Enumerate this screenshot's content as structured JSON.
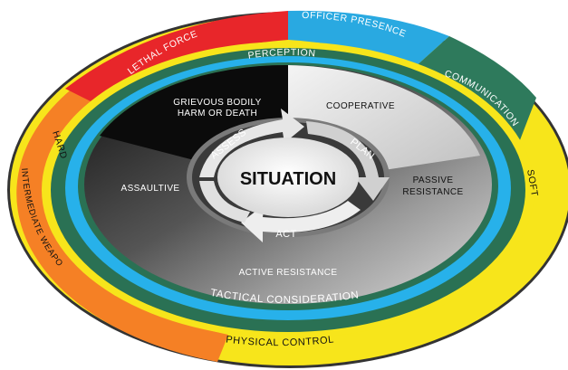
{
  "outer_ring": {
    "lethal_force": "LETHAL FORCE",
    "officer_presence": "OFFICER PRESENCE",
    "communication": "COMMUNICATION",
    "soft": "SOFT",
    "hard": "HARD",
    "intermediate_weapons": "INTERMEDIATE WEAPONS",
    "physical_control": "PHYSICAL CONTROL"
  },
  "perception_ring": {
    "perception": "PERCEPTION",
    "tactical_consideration": "TACTICAL CONSIDERATION"
  },
  "behaviors": {
    "grievous_line1": "GRIEVOUS BODILY",
    "grievous_line2": "HARM OR DEATH",
    "cooperative": "COOPERATIVE",
    "passive_line1": "PASSIVE",
    "passive_line2": "RESISTANCE",
    "assaultive": "ASSAULTIVE",
    "active_resistance": "ACTIVE RESISTANCE"
  },
  "cycle": {
    "center": "SITUATION",
    "assess": "ASSESS",
    "plan": "PLAN",
    "act": "ACT"
  },
  "colors": {
    "lethal_force": "#e8262a",
    "officer_presence": "#29a9e1",
    "communication": "#2e7a5c",
    "physical_control": "#f7e51b",
    "intermediate_weapons": "#f58025",
    "dark_green": "#2a7154",
    "blue_ring": "#27b1ea"
  }
}
